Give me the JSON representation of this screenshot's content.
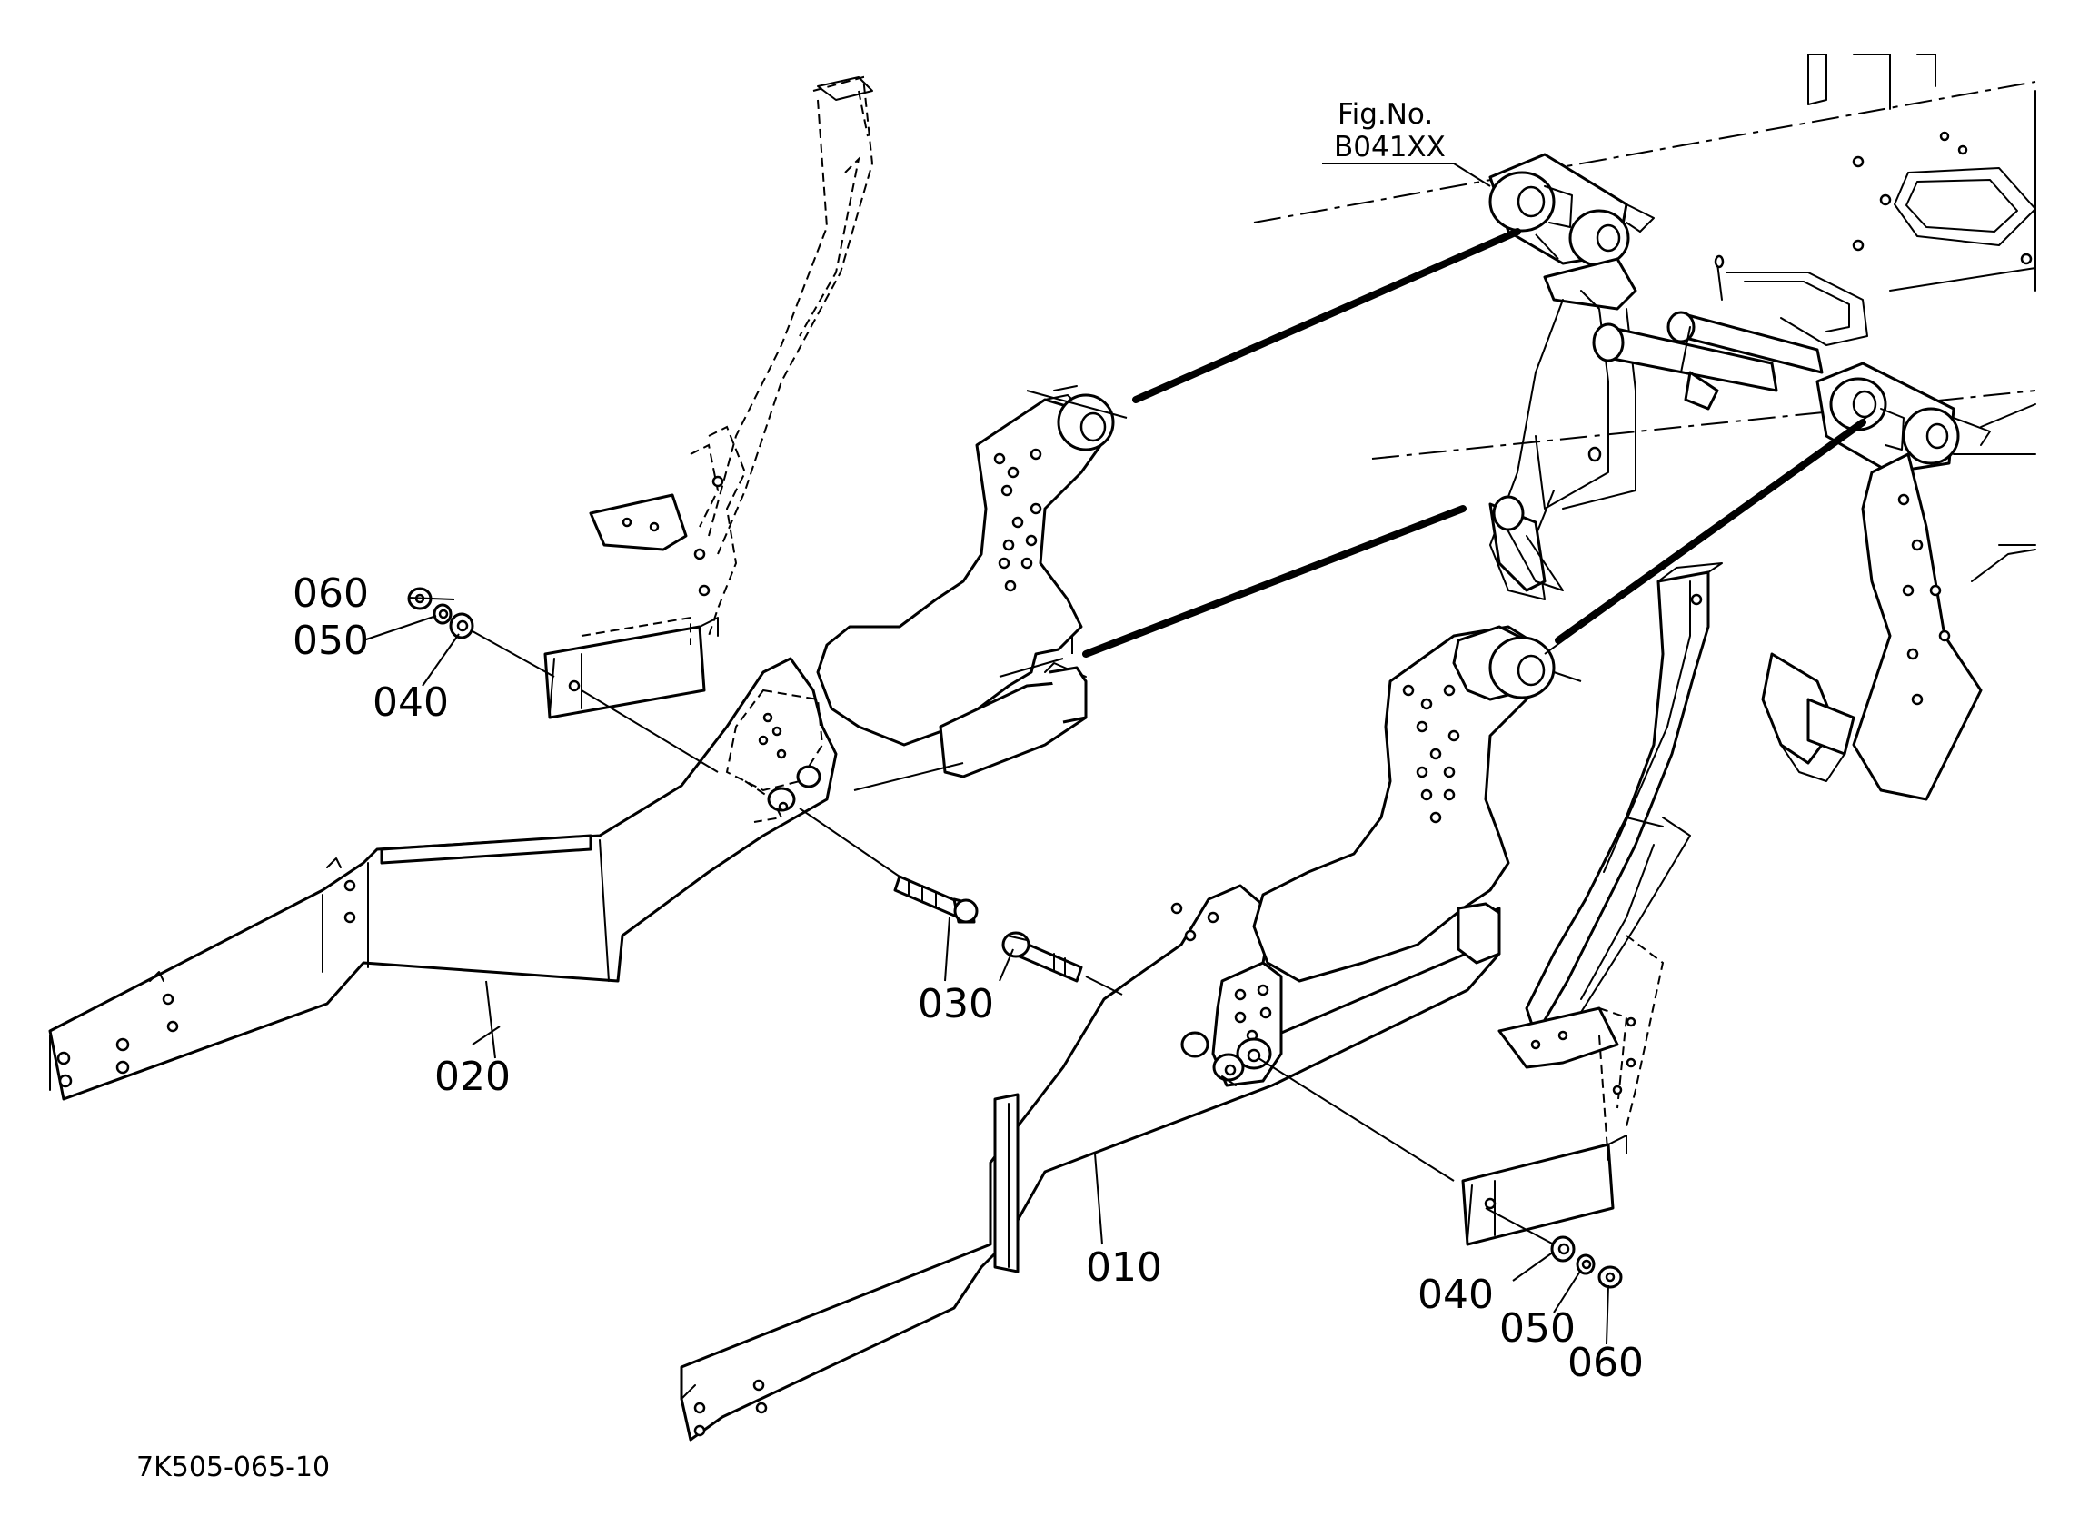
{
  "drawing": {
    "drawing_number": "7K505-065-10",
    "reference": {
      "line1": "Fig.No.",
      "line2": "B041XX"
    },
    "callouts": {
      "p010": "010",
      "p020": "020",
      "p030": "030",
      "p040_left": "040",
      "p050_left": "050",
      "p060_left": "060",
      "p040_right": "040",
      "p050_right": "050",
      "p060_right": "060"
    }
  }
}
